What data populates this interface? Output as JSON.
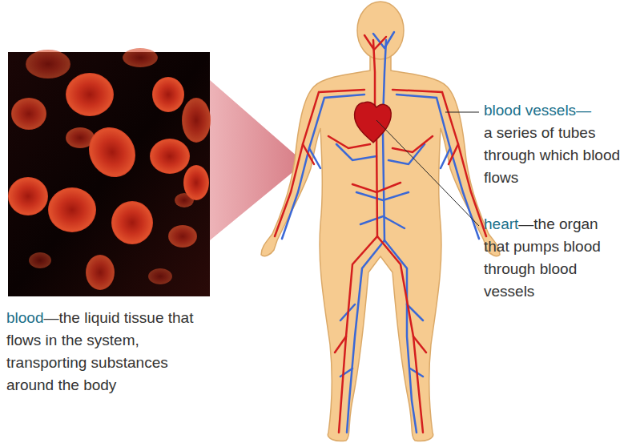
{
  "diagram": {
    "labels": [
      "blood vessels—",
      "a series of tubes through which blood flows",
      "heart",
      "—the organ that pumps blood through blood vessels",
      "blood",
      "—the liquid tissue that flows in the system, transporting substances around the body"
    ]
  }
}
